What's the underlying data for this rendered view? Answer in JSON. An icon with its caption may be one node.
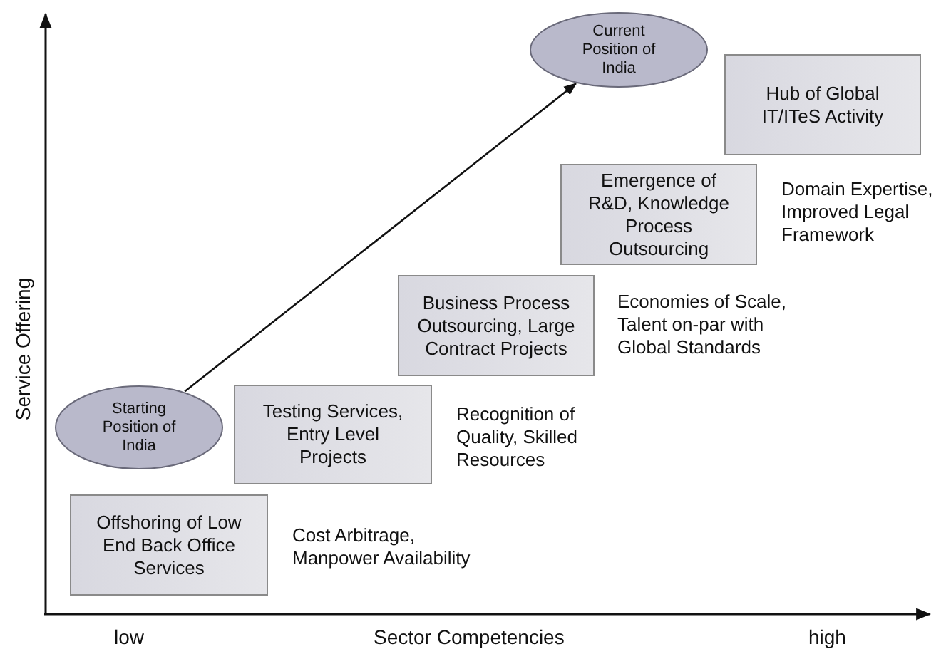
{
  "diagram": {
    "nodes": [
      {
        "text": [
          "Starting Position of India"
        ]
      },
      {
        "text": [
          "Current Position of India"
        ]
      },
      {
        "text": [
          "Offshoring of Low End Back Office Services"
        ]
      },
      {
        "text": [
          "Testing Services, Entry Level Projects"
        ]
      },
      {
        "text": [
          "Business Process Outsourcing, Large Contract Projects"
        ]
      },
      {
        "text": [
          "Emergence of R&D, Knowledge Process Outsourcing"
        ]
      },
      {
        "text": [
          "Hub of Global IT/ITeS Activity"
        ]
      }
    ],
    "edges": [
      {
        "from": 0,
        "to": 1,
        "arrow": "to"
      }
    ],
    "labels": [
      "Service Offering",
      "Domain Expertise, Improved Legal Framework",
      "Economies of Scale, Talent on-par with Global Standards",
      "Recognition of Quality, Skilled Resources",
      "Cost Arbitrage, Manpower Availability",
      "low",
      "Sector Competencies",
      "high"
    ]
  }
}
